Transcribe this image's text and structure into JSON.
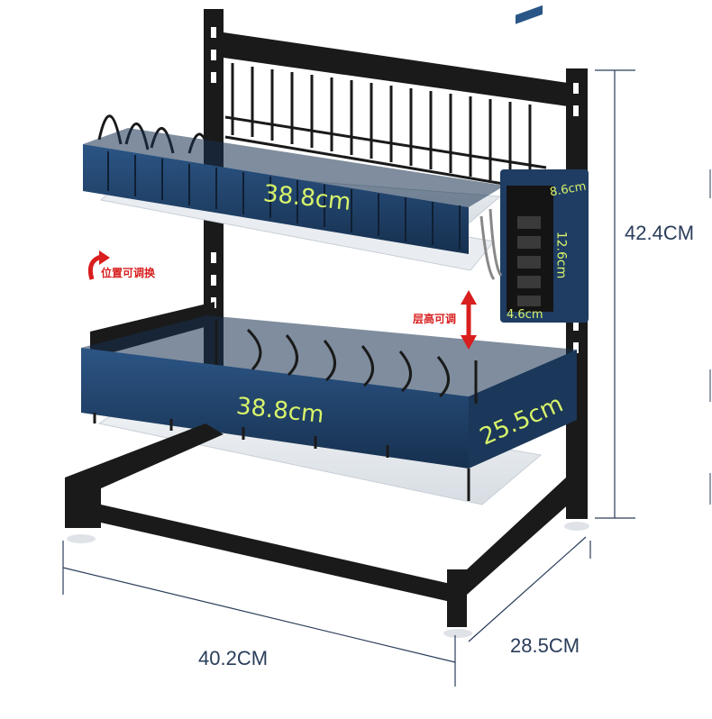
{
  "dimensions": {
    "height": "42.4CM",
    "width": "40.2CM",
    "depth": "28.5CM"
  },
  "shelf_labels": {
    "top_length": "38.8cm",
    "bottom_length": "38.8cm",
    "bottom_depth": "25.5cm"
  },
  "holder_labels": {
    "top": "8.6cm",
    "side": "12.6cm",
    "bottom": "4.6cm"
  },
  "annotations": {
    "adjustable_position": "位置可调换",
    "adjustable_height": "层高可调"
  },
  "colors": {
    "frame": "#1a1a1a",
    "shelf_blue": "#1f3d63",
    "label_green": "#d8f46a",
    "arrow_red": "#d81e1e",
    "dimension_line": "#2a3d5a"
  }
}
